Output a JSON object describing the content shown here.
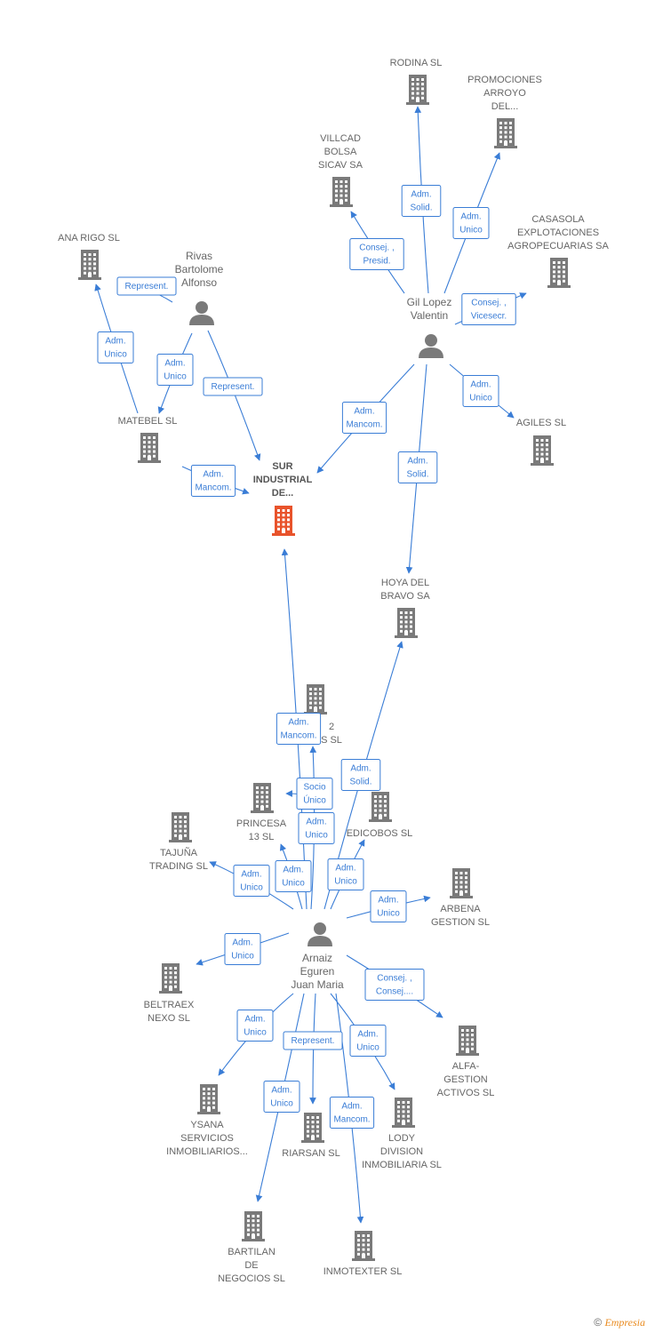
{
  "colors": {
    "edge": "#3a7dd6",
    "building": "#7a7a7a",
    "focus": "#e8532b",
    "person": "#7a7a7a"
  },
  "footer": {
    "copyright": "©",
    "brand": "Empresia"
  },
  "nodes": [
    {
      "id": "sur",
      "type": "focus",
      "label": [
        "SUR",
        "INDUSTRIAL",
        "DE..."
      ]
    },
    {
      "id": "rodina",
      "type": "company",
      "label": [
        "RODINA SL"
      ]
    },
    {
      "id": "promociones",
      "type": "company",
      "label": [
        "PROMOCIONES",
        "ARROYO",
        "DEL..."
      ]
    },
    {
      "id": "villcad",
      "type": "company",
      "label": [
        "VILLCAD",
        "BOLSA",
        "SICAV SA"
      ]
    },
    {
      "id": "casasola",
      "type": "company",
      "label": [
        "CASASOLA",
        "EXPLOTACIONES",
        "AGROPECUARIAS SA"
      ]
    },
    {
      "id": "anarigo",
      "type": "company",
      "label": [
        "ANA RIGO  SL"
      ]
    },
    {
      "id": "rivas",
      "type": "person",
      "label": [
        "Rivas",
        "Bartolome",
        "Alfonso"
      ]
    },
    {
      "id": "gil",
      "type": "person",
      "label": [
        "Gil Lopez",
        "Valentin"
      ]
    },
    {
      "id": "matebel",
      "type": "company",
      "label": [
        "MATEBEL  SL"
      ]
    },
    {
      "id": "agiles",
      "type": "company",
      "label": [
        "AGILES  SL"
      ]
    },
    {
      "id": "hoya",
      "type": "company",
      "label": [
        "HOYA DEL",
        "BRAVO SA"
      ]
    },
    {
      "id": "c2",
      "type": "company",
      "label": [
        "2",
        "S SL"
      ]
    },
    {
      "id": "princesa",
      "type": "company",
      "label": [
        "PRINCESA",
        "13  SL"
      ]
    },
    {
      "id": "edicobos",
      "type": "company",
      "label": [
        "EDICOBOS  SL"
      ]
    },
    {
      "id": "tajuna",
      "type": "company",
      "label": [
        "TAJUÑA",
        "TRADING  SL"
      ]
    },
    {
      "id": "arbena",
      "type": "company",
      "label": [
        "ARBENA",
        "GESTION SL"
      ]
    },
    {
      "id": "arnaiz",
      "type": "person",
      "label": [
        "Arnaiz",
        "Eguren",
        "Juan Maria"
      ]
    },
    {
      "id": "beltraex",
      "type": "company",
      "label": [
        "BELTRAEX",
        "NEXO SL"
      ]
    },
    {
      "id": "alfa",
      "type": "company",
      "label": [
        "ALFA-",
        "GESTION",
        "ACTIVOS SL"
      ]
    },
    {
      "id": "ysana",
      "type": "company",
      "label": [
        "YSANA",
        "SERVICIOS",
        "INMOBILIARIOS..."
      ]
    },
    {
      "id": "riarsan",
      "type": "company",
      "label": [
        "RIARSAN  SL"
      ]
    },
    {
      "id": "lody",
      "type": "company",
      "label": [
        "LODY",
        "DIVISION",
        "INMOBILIARIA SL"
      ]
    },
    {
      "id": "bartilan",
      "type": "company",
      "label": [
        "BARTILAN",
        "DE",
        "NEGOCIOS  SL"
      ]
    },
    {
      "id": "inmotexter",
      "type": "company",
      "label": [
        "INMOTEXTER SL"
      ]
    }
  ],
  "edges": [
    {
      "from": "gil",
      "to": "rodina",
      "label": [
        "Adm.",
        "Solid."
      ]
    },
    {
      "from": "gil",
      "to": "promociones",
      "label": [
        "Adm.",
        "Unico"
      ]
    },
    {
      "from": "gil",
      "to": "villcad",
      "label": [
        "Consej. ,",
        "Presid."
      ]
    },
    {
      "from": "gil",
      "to": "casasola",
      "label": [
        "Consej. ,",
        "Vicesecr."
      ]
    },
    {
      "from": "gil",
      "to": "agiles",
      "label": [
        "Adm.",
        "Unico"
      ]
    },
    {
      "from": "gil",
      "to": "sur",
      "label": [
        "Adm.",
        "Mancom."
      ]
    },
    {
      "from": "gil",
      "to": "hoya",
      "label": [
        "Adm.",
        "Solid."
      ]
    },
    {
      "from": "rivas",
      "to": "anarigo",
      "label": [
        "Represent."
      ]
    },
    {
      "from": "rivas",
      "to": "matebel",
      "label": [
        "Adm.",
        "Unico"
      ]
    },
    {
      "from": "rivas",
      "to": "sur",
      "label": [
        "Represent."
      ]
    },
    {
      "from": "matebel",
      "to": "anarigo",
      "label": [
        "Adm.",
        "Unico"
      ]
    },
    {
      "from": "matebel",
      "to": "sur",
      "label": [
        "Adm.",
        "Mancom."
      ]
    },
    {
      "from": "arnaiz",
      "to": "sur",
      "label": [
        "Adm.",
        "Mancom."
      ]
    },
    {
      "from": "arnaiz",
      "to": "hoya",
      "label": [
        "Adm.",
        "Solid."
      ]
    },
    {
      "from": "arnaiz",
      "to": "c2",
      "label": [
        "Socio",
        "Único"
      ]
    },
    {
      "from": "arnaiz",
      "to": "princesa",
      "label": [
        "Adm.",
        "Unico"
      ]
    },
    {
      "from": "arnaiz",
      "to": "edicobos",
      "label": [
        "Adm.",
        "Unico"
      ]
    },
    {
      "from": "arnaiz",
      "to": "tajuna",
      "label": [
        "Adm.",
        "Unico"
      ]
    },
    {
      "from": "arnaiz",
      "to": "arbena",
      "label": [
        "Adm.",
        "Unico"
      ]
    },
    {
      "from": "arnaiz",
      "to": "beltraex",
      "label": [
        "Adm.",
        "Unico"
      ]
    },
    {
      "from": "arnaiz",
      "to": "alfa",
      "label": [
        "Consej. ,",
        "Consej...."
      ]
    },
    {
      "from": "arnaiz",
      "to": "ysana",
      "label": [
        "Adm.",
        "Unico"
      ]
    },
    {
      "from": "arnaiz",
      "to": "riarsan",
      "label": [
        "Represent."
      ]
    },
    {
      "from": "arnaiz",
      "to": "lody",
      "label": [
        "Adm.",
        "Unico"
      ]
    },
    {
      "from": "arnaiz",
      "to": "bartilan",
      "label": [
        "Adm.",
        "Unico"
      ]
    },
    {
      "from": "arnaiz",
      "to": "inmotexter",
      "label": [
        "Adm.",
        "Mancom."
      ]
    },
    {
      "from": "arnaiz",
      "to": "c2",
      "label": [
        "Adm.",
        "Unico"
      ]
    }
  ]
}
